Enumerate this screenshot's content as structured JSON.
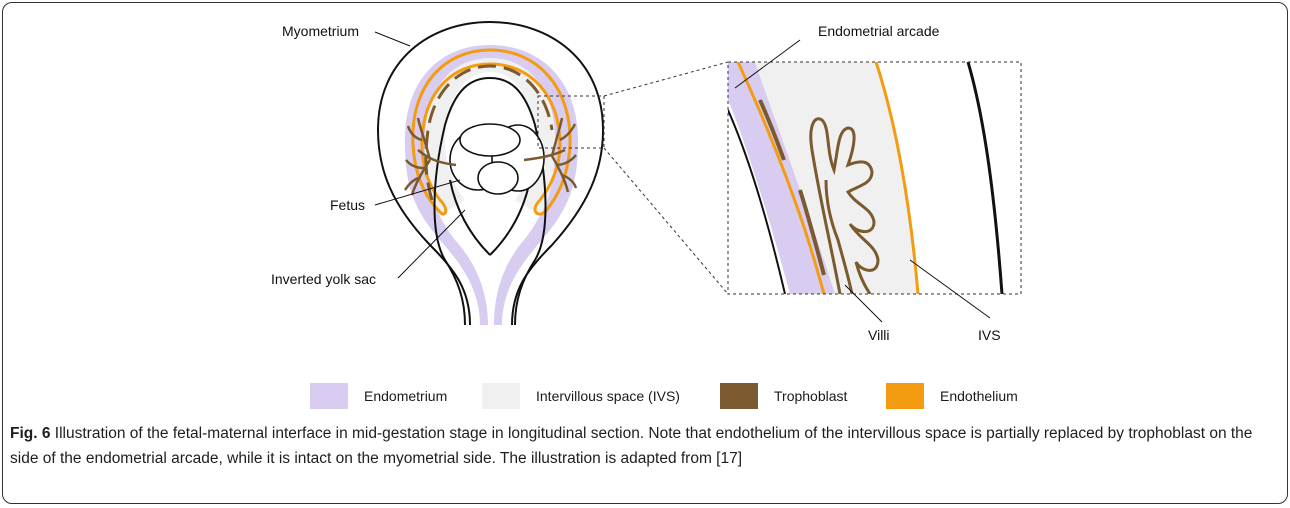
{
  "labels": {
    "myometrium": "Myometrium",
    "fetus": "Fetus",
    "inverted_yolk_sac": "Inverted yolk sac",
    "endometrial_arcade": "Endometrial arcade",
    "villi": "Villi",
    "ivs": "IVS"
  },
  "legend": [
    {
      "label": "Endometrium",
      "color": "#d8ccf0"
    },
    {
      "label": "Intervillous space (IVS)",
      "color": "#f0f0f0"
    },
    {
      "label": "Trophoblast",
      "color": "#7a5a2e"
    },
    {
      "label": "Endothelium",
      "color": "#f39c12"
    }
  ],
  "caption": {
    "fig_label": "Fig. 6",
    "text": " Illustration of the fetal-maternal interface in mid-gestation stage in longitudinal section. Note that endothelium of the intervillous space is partially replaced by trophoblast on the side of the endometrial arcade, while it is intact on the myometrial side. The illustration is adapted from [17]"
  }
}
